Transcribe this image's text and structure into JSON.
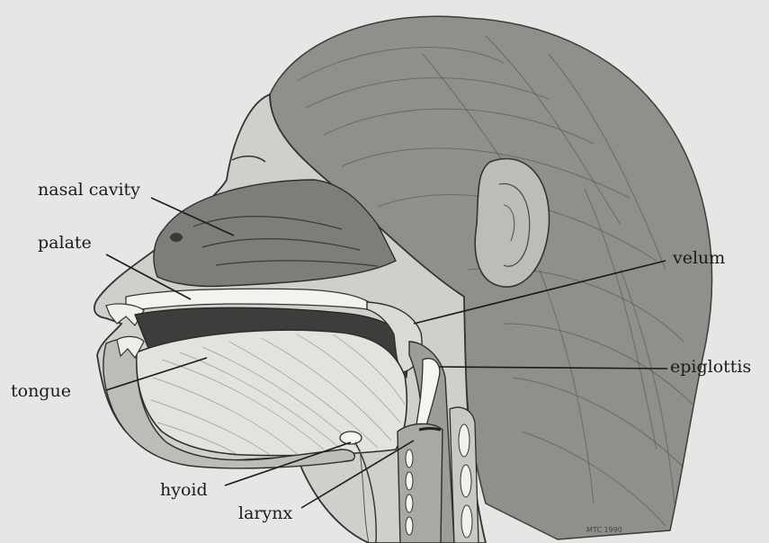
{
  "figure": {
    "labels": {
      "nasal_cavity": "nasal cavity",
      "palate": "palate",
      "tongue": "tongue",
      "hyoid": "hyoid",
      "larynx": "larynx",
      "velum": "velum",
      "epiglottis": "epiglottis"
    },
    "signature": "MTC 1990"
  },
  "colors": {
    "background": "#e6e6e4",
    "ink": "#1b1b1b"
  }
}
